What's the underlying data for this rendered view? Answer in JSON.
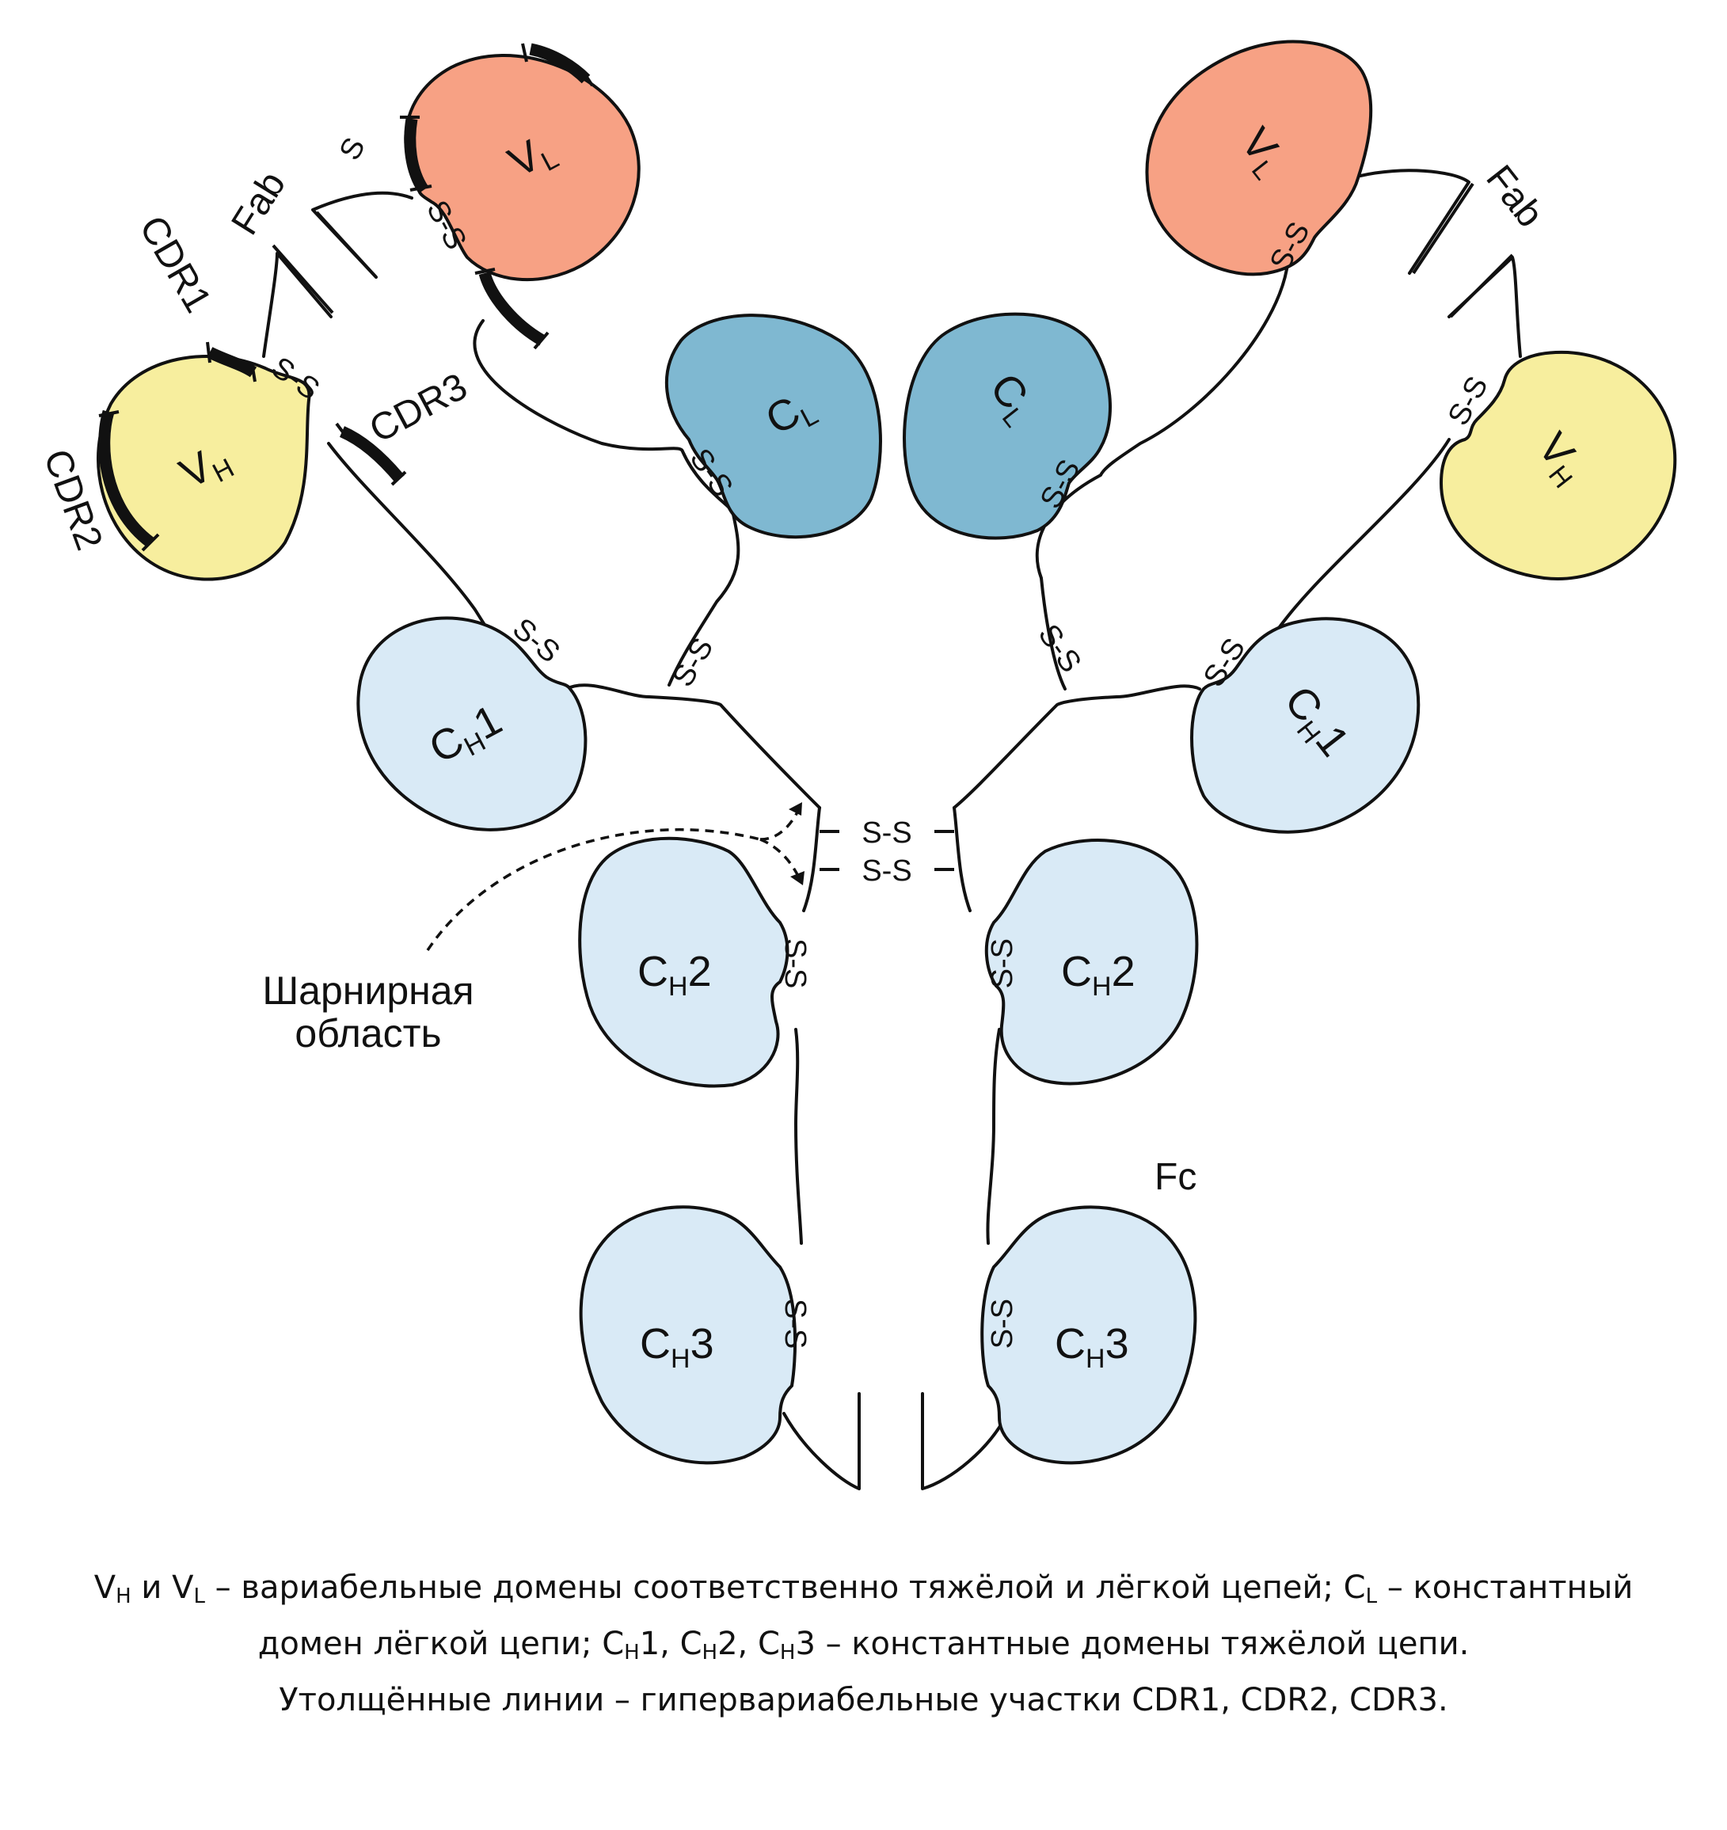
{
  "colors": {
    "vh": "#f7ee9e",
    "vl": "#f7a184",
    "cl": "#7fb8d1",
    "ch": "#d9eaf6",
    "line": "#111111"
  },
  "domains": {
    "vh": {
      "main": "V",
      "sub": "H"
    },
    "vl": {
      "main": "V",
      "sub": "L"
    },
    "cl": {
      "main": "C",
      "sub": "L"
    },
    "ch1": {
      "main": "C",
      "sub": "H",
      "suffix": "1"
    },
    "ch2": {
      "main": "C",
      "sub": "H",
      "suffix": "2"
    },
    "ch3": {
      "main": "C",
      "sub": "H",
      "suffix": "3"
    }
  },
  "labels": {
    "fab": "Fab",
    "fc": "Fc",
    "cdr1": "CDR1",
    "cdr2": "CDR2",
    "cdr3": "CDR3",
    "hinge_line1": "Шарнирная",
    "hinge_line2": "область",
    "disulfide": "S-S",
    "s_letter": "S"
  },
  "caption": {
    "line1": {
      "vh_main": "V",
      "vh_sub": "H",
      "and": " и ",
      "vl_main": "V",
      "vl_sub": "L",
      "text1": " – вариабельные домены соответственно тяжёлой и лёгкой цепей; ",
      "cl_main": "C",
      "cl_sub": "L",
      "text2": " – константный"
    },
    "line2": {
      "text1": "домен лёгкой цепи; ",
      "c1_main": "C",
      "c1_sub": "H",
      "c1_suffix": "1, ",
      "c2_main": "C",
      "c2_sub": "H",
      "c2_suffix": "2, ",
      "c3_main": "C",
      "c3_sub": "H",
      "c3_suffix": "3",
      "text2": " – константные домены тяжёлой цепи."
    },
    "line3": "Утолщённые линии – гипервариабельные участки CDR1, CDR2, CDR3."
  }
}
